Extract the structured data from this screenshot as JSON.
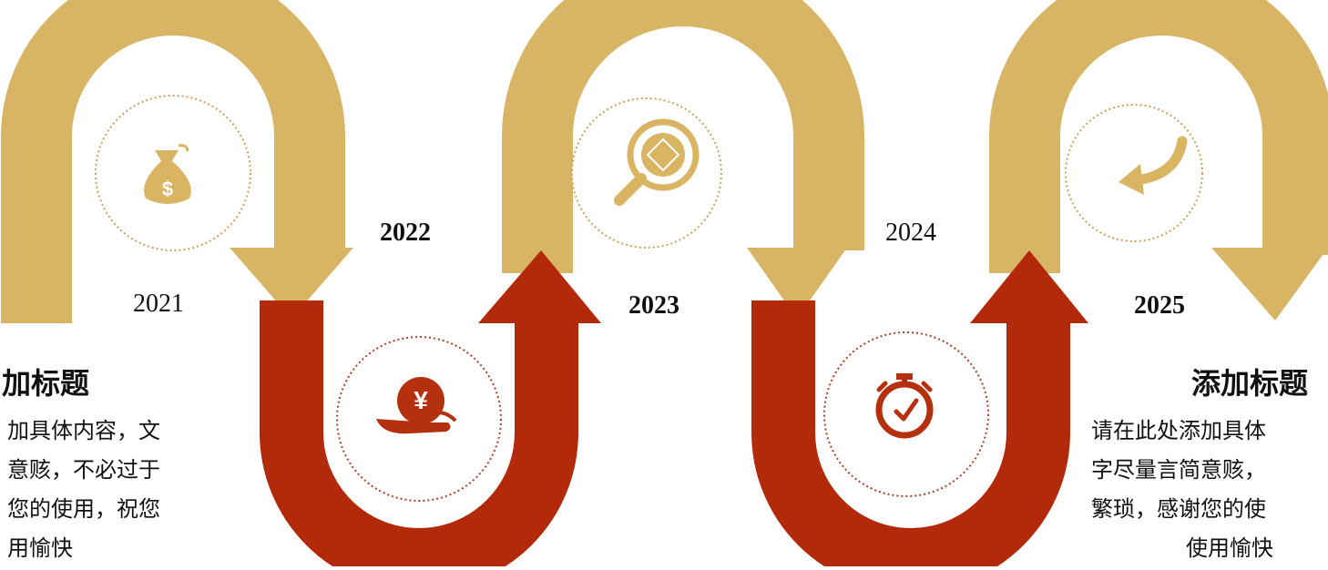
{
  "colors": {
    "gold": "#D8B565",
    "gold_light": "#E4C57F",
    "red": "#B22A0A",
    "red_dark": "#8E1E05",
    "icon_gold": "#D9B463",
    "icon_red": "#B5300E",
    "dotted_ring_gold": "#C9A25A",
    "dotted_ring_red": "#A8412A"
  },
  "years": {
    "y2021": "2021",
    "y2022": "2022",
    "y2023": "2023",
    "y2024": "2024",
    "y2025": "2025"
  },
  "left_block": {
    "title": "加标题",
    "lines": [
      "加具体内容，文",
      "意赅，不必过于",
      "您的使用，祝您",
      "用愉快"
    ]
  },
  "right_block": {
    "title": "添加标题",
    "lines": [
      "请在此处添加具体",
      "字尽量言简意赅，",
      "繁琐，感谢您的使",
      "使用愉快"
    ]
  },
  "icons": [
    "money-bag-icon",
    "yen-hand-icon",
    "magnifier-icon",
    "stopwatch-icon",
    "return-arrow-icon"
  ]
}
